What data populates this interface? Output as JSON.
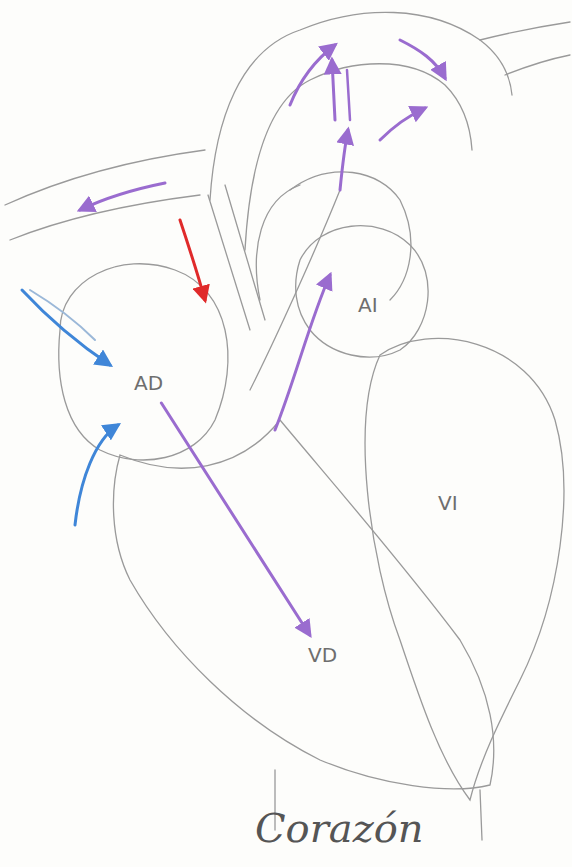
{
  "diagram": {
    "caption": "Corazón",
    "nodes": [
      {
        "text": [
          "AD"
        ]
      },
      {
        "text": [
          "AI"
        ]
      },
      {
        "text": [
          "VI"
        ]
      },
      {
        "text": [
          "VD"
        ]
      }
    ],
    "edges": [
      {
        "from": 0,
        "to": 3,
        "arrow": "to"
      }
    ]
  }
}
